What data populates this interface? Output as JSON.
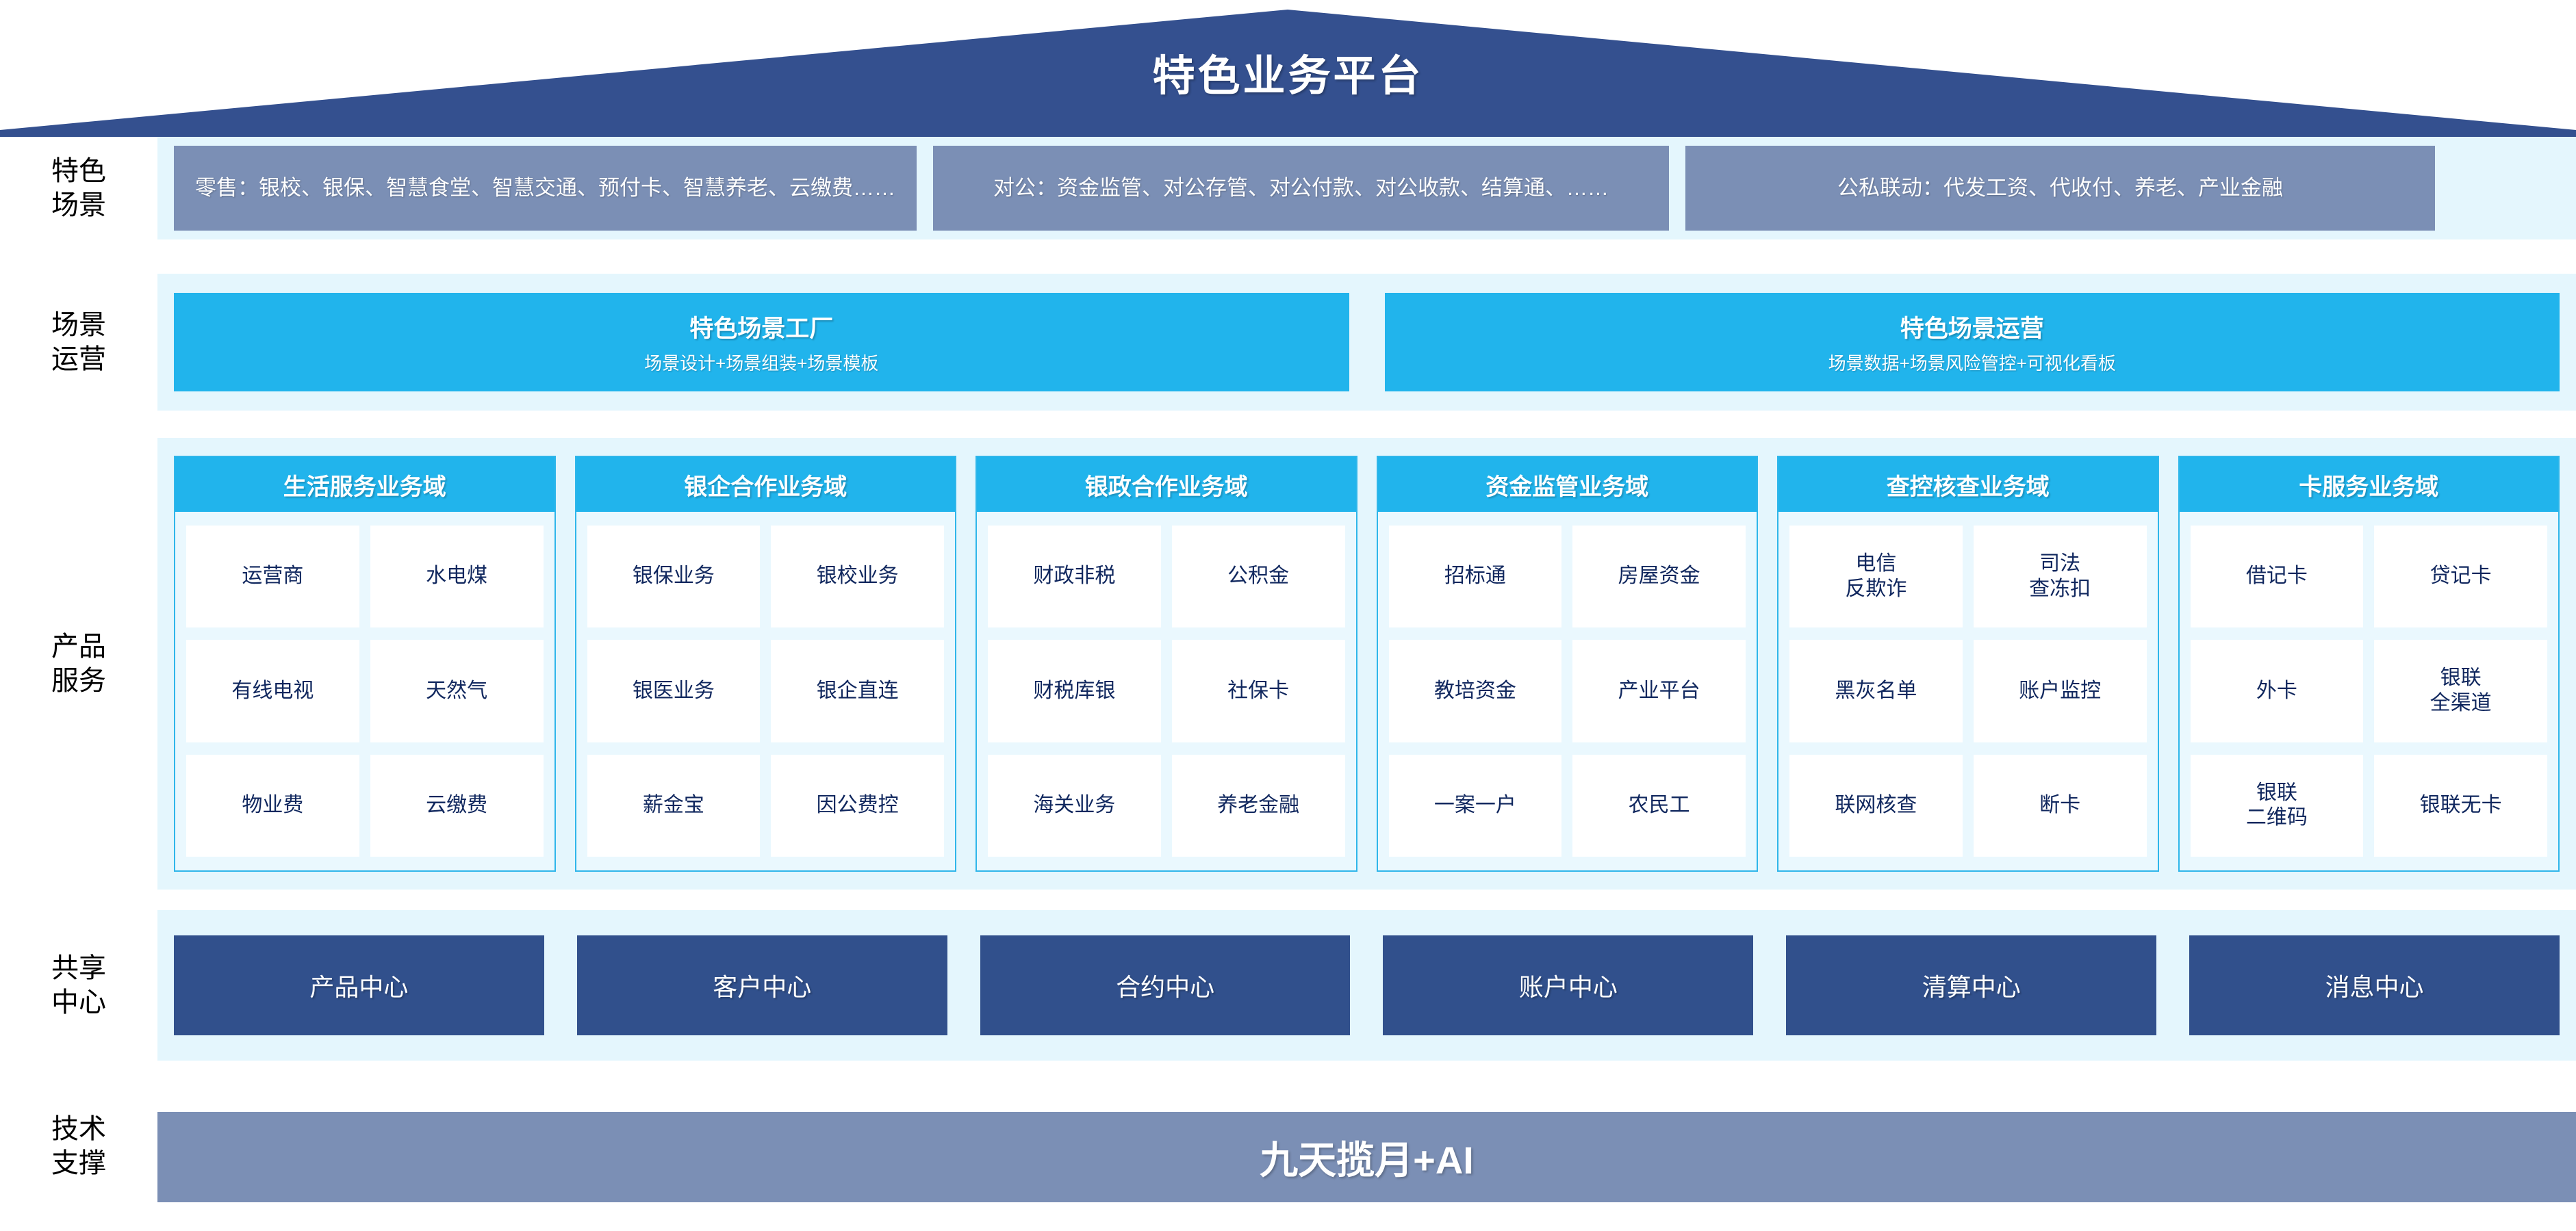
{
  "header": {
    "title": "特色业务平台",
    "banner_color": "#34508f"
  },
  "colors": {
    "band_bg": "#e4f6fd",
    "scenario_box": "#7b8fb5",
    "cyan": "#21b4ec",
    "deep_blue": "#31508c",
    "card_text": "#10275e"
  },
  "rails": {
    "scenario": "特色\n场景",
    "operation": "场景\n运营",
    "product": "产品\n服务",
    "shared": "共享\n中心",
    "tech": "技术\n支撑"
  },
  "scenarios": [
    {
      "label": "零售：银校、银保、智慧食堂、智慧交通、预付卡、智慧养老、云缴费……"
    },
    {
      "label": "对公：资金监管、对公存管、对公付款、对公收款、结算通、……"
    },
    {
      "label": "公私联动：代发工资、代收付、养老、产业金融"
    }
  ],
  "operations": [
    {
      "title": "特色场景工厂",
      "subtitle": "场景设计+场景组装+场景模板"
    },
    {
      "title": "特色场景运营",
      "subtitle": "场景数据+场景风险管控+可视化看板"
    }
  ],
  "product_domains": [
    {
      "title": "生活服务业务域",
      "items": [
        "运营商",
        "水电煤",
        "有线电视",
        "天然气",
        "物业费",
        "云缴费"
      ]
    },
    {
      "title": "银企合作业务域",
      "items": [
        "银保业务",
        "银校业务",
        "银医业务",
        "银企直连",
        "薪金宝",
        "因公费控"
      ]
    },
    {
      "title": "银政合作业务域",
      "items": [
        "财政非税",
        "公积金",
        "财税库银",
        "社保卡",
        "海关业务",
        "养老金融"
      ]
    },
    {
      "title": "资金监管业务域",
      "items": [
        "招标通",
        "房屋资金",
        "教培资金",
        "产业平台",
        "一案一户",
        "农民工"
      ]
    },
    {
      "title": "查控核查业务域",
      "items": [
        "电信\n反欺诈",
        "司法\n查冻扣",
        "黑灰名单",
        "账户监控",
        "联网核查",
        "断卡"
      ]
    },
    {
      "title": "卡服务业务域",
      "items": [
        "借记卡",
        "贷记卡",
        "外卡",
        "银联\n全渠道",
        "银联\n二维码",
        "银联无卡"
      ]
    }
  ],
  "shared_centers": [
    {
      "label": "产品中心"
    },
    {
      "label": "客户中心"
    },
    {
      "label": "合约中心"
    },
    {
      "label": "账户中心"
    },
    {
      "label": "清算中心"
    },
    {
      "label": "消息中心"
    }
  ],
  "tech_support": {
    "label": "九天揽月+AI"
  }
}
